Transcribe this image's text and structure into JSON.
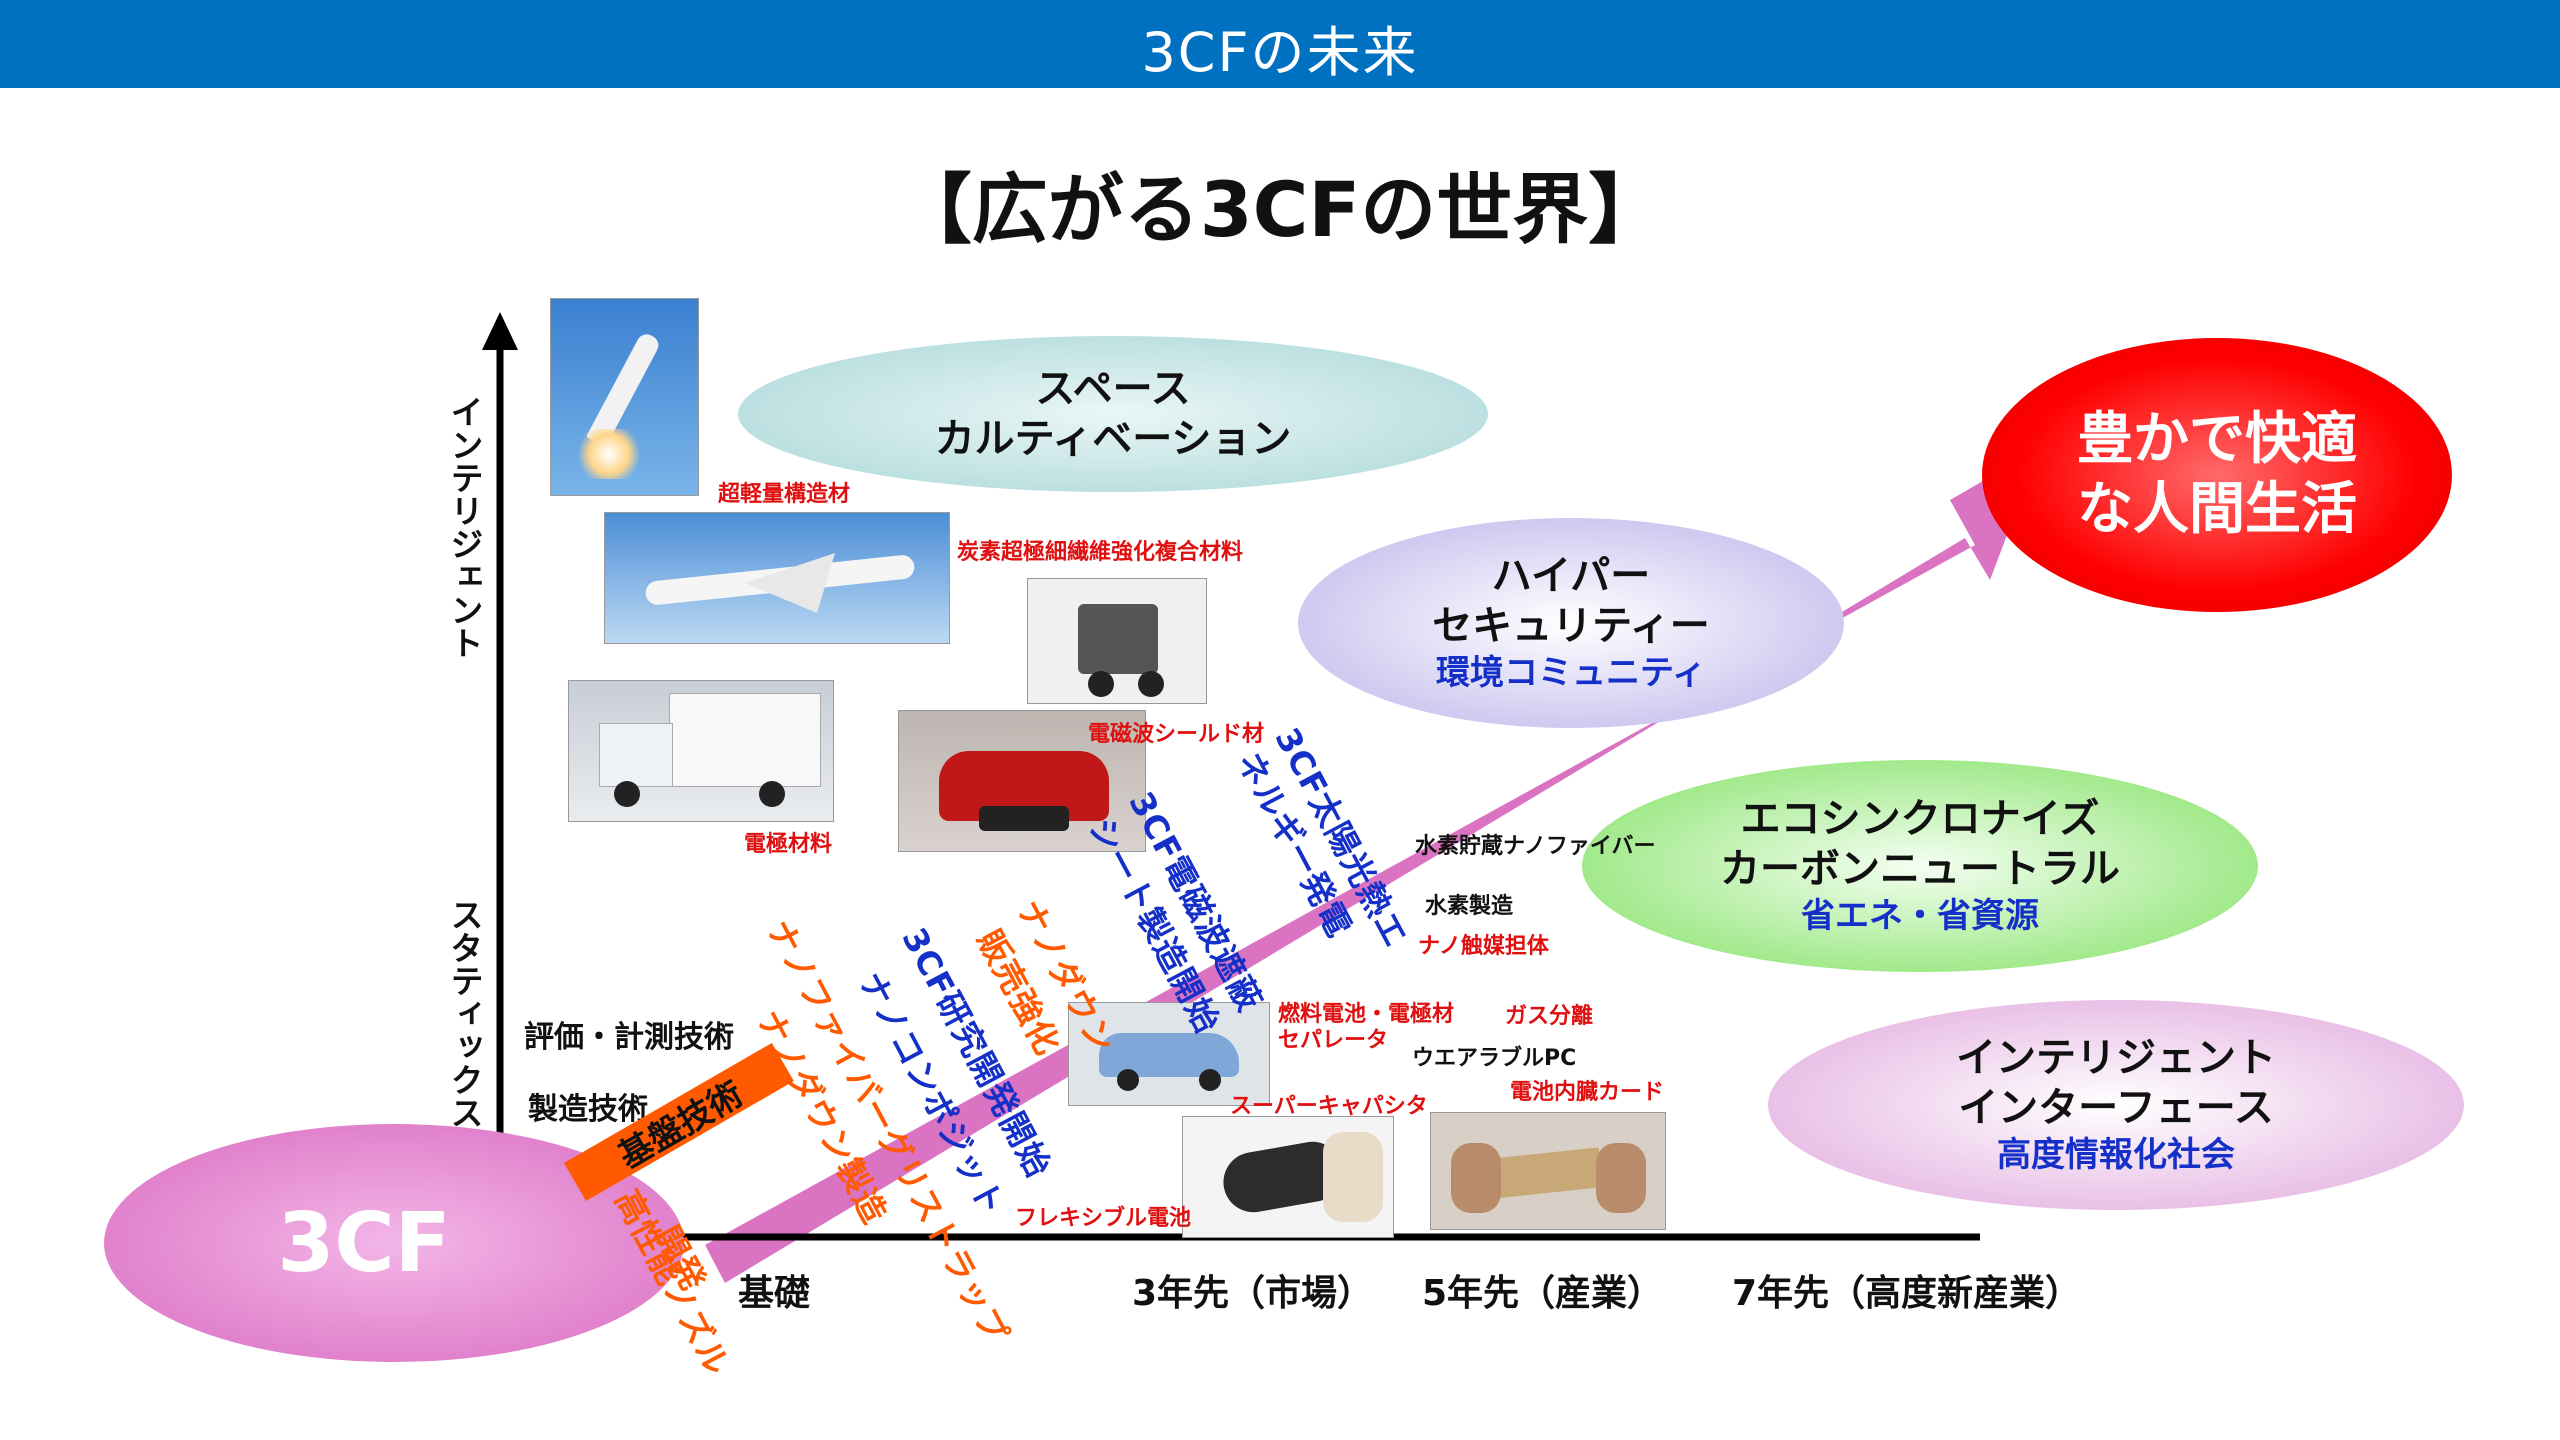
{
  "header": {
    "title": "3CFの未来"
  },
  "main_title": "【広がる3CFの世界】",
  "y_axis": {
    "top_label": "インテリジェント",
    "bottom_label": "スタティックス"
  },
  "x_axis": {
    "labels": [
      "基礎",
      "3年先（市場）",
      "5年先（産業）",
      "7年先（高度新産業）"
    ]
  },
  "origin": {
    "label": "3CF"
  },
  "goal": {
    "line1": "豊かで快適",
    "line2": "な人間生活"
  },
  "ellipses": {
    "space": {
      "line1": "スペース",
      "line2": "カルティベーション"
    },
    "security": {
      "line1": "ハイパー",
      "line2": "セキュリティー",
      "sub": "環境コミュニティ"
    },
    "eco": {
      "line1": "エコシンクロナイズ",
      "line2": "カーボンニュートラル",
      "sub": "省エネ・省資源"
    },
    "interface": {
      "line1": "インテリジェント",
      "line2": "インターフェース",
      "sub": "高度情報化社会"
    }
  },
  "left_labels": {
    "eval": "評価・計測技術",
    "mfg": "製造技術"
  },
  "foundation": {
    "label": "基盤技術"
  },
  "diagonal": {
    "d1": "高性能ノズル",
    "d1b": "開発",
    "d2": "ナノダウン製造",
    "d3": "ナノファイバーグリストラップ",
    "d4": "ナノコンポジット",
    "d5": "3CF研究開発開始",
    "d6": "ナノダウン",
    "d6b": "販売強化",
    "d7": "3CF電磁波遮蔽",
    "d7b": "シート製造開始",
    "d8": "3CF太陽光熱エ",
    "d8b": "ネルギー発電"
  },
  "app_labels": {
    "ultralight": "超軽量構造材",
    "carbon_composite": "炭素超極細繊維強化複合材料",
    "emi_shield": "電磁波シールド材",
    "electrode": "電極材料",
    "h2_storage": "水素貯蔵ナノファイバー",
    "h2_production": "水素製造",
    "nano_catalyst": "ナノ触媒担体",
    "fuel_cell": "燃料電池・電極材",
    "separator": "セパレータ",
    "gas_separation": "ガス分離",
    "wearable_pc": "ウエアラブルPC",
    "supercap": "スーパーキャパシタ",
    "battery_card": "電池内臓カード",
    "flexible_battery": "フレキシブル電池"
  },
  "colors": {
    "header": "#0070c0",
    "magenta": "#d96cc0",
    "goal_red": "#ff0000",
    "label_red": "#e01010",
    "orange": "#ff5a00",
    "blue": "#1530c8"
  }
}
